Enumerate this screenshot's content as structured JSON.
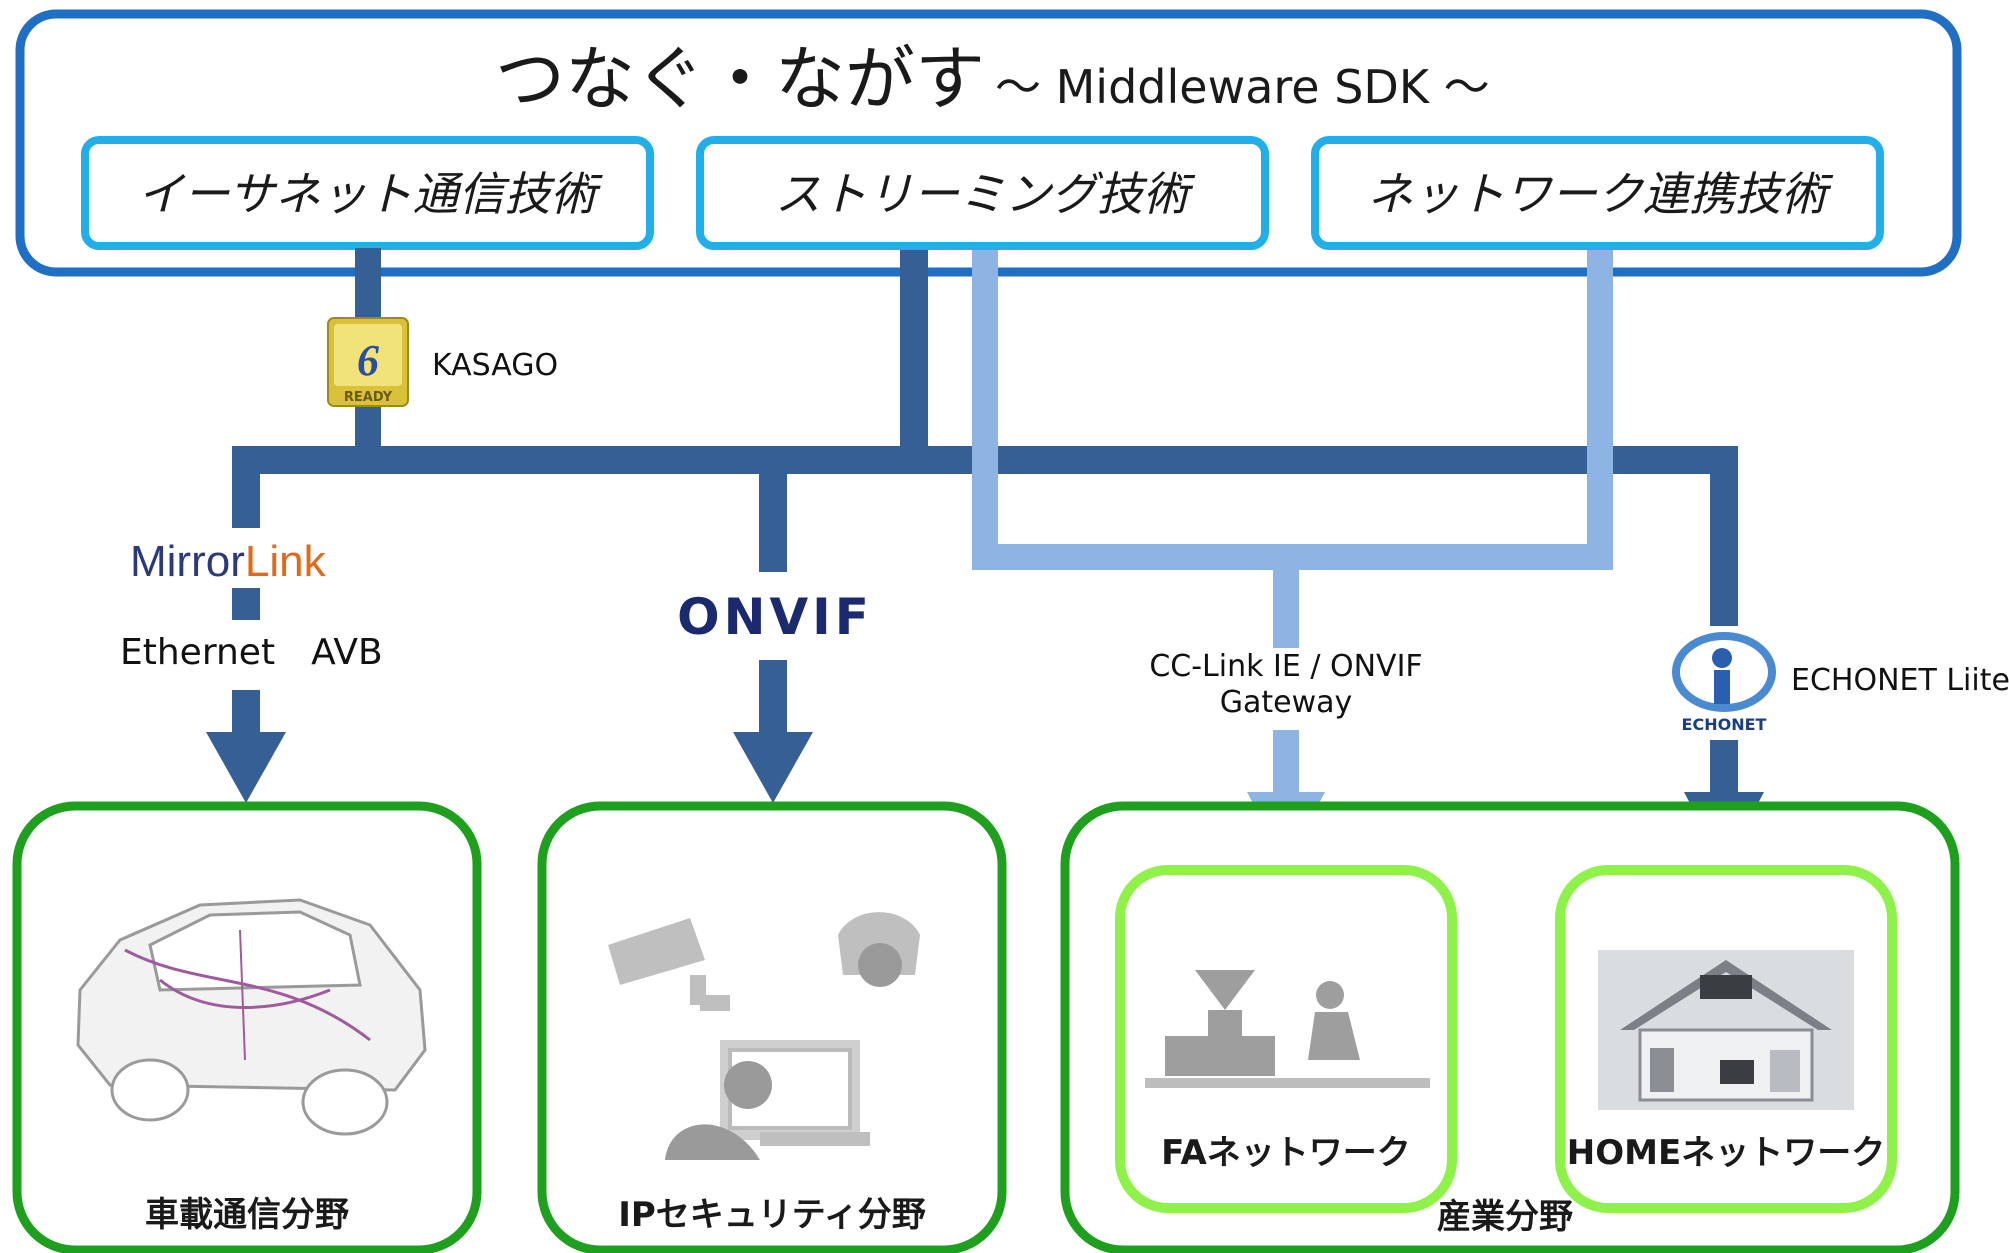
{
  "header": {
    "title": "つなぐ・ながす",
    "subtitle": "～ Middleware SDK ～"
  },
  "technologies": [
    {
      "label": "イーサネット通信技術"
    },
    {
      "label": "ストリーミング技術"
    },
    {
      "label": "ネットワーク連携技術"
    }
  ],
  "labels": {
    "kasago": "KASAGO",
    "ipv6_logo_text": "READY",
    "mirrorlink_prefix": "Mirror",
    "mirrorlink_suffix": "Link",
    "ethernet_avb": "Ethernet　AVB",
    "onvif_logo": "ONVIF",
    "cclink_line1": "CC-Link IE /  ONVIF",
    "cclink_line2": "Gateway",
    "echonet": "ECHONET Liite",
    "echonet_logo_text": "ECHONET"
  },
  "fields": {
    "automotive": "車載通信分野",
    "security": "IPセキュリティ分野",
    "industrial": "産業分野",
    "fa": "FAネットワーク",
    "home": "HOMEネットワーク"
  },
  "colors": {
    "outer_box": "#1f6fc4",
    "tech_box": "#22aee8",
    "dark_line": "#365f96",
    "light_line": "#8eb4e3",
    "field_box": "#1ea01e",
    "sub_box": "#8ff24a"
  }
}
